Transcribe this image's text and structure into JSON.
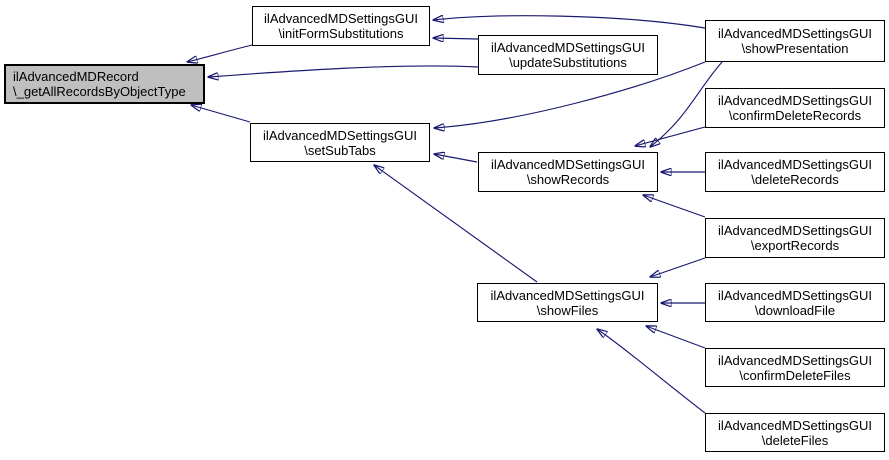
{
  "diagram": {
    "type": "doxygen-caller-graph",
    "colors": {
      "edge": "#191970",
      "node_fill": "#ffffff",
      "node_border": "#000000",
      "highlight_fill": "#bfbfbf",
      "text": "#000000",
      "background": "#ffffff"
    },
    "nodes": [
      {
        "id": "getAllRecordsByObjectType",
        "line1": "ilAdvancedMDRecord",
        "line2": "\\_getAllRecordsByObjectType",
        "highlighted": true
      },
      {
        "id": "initFormSubstitutions",
        "line1": "ilAdvancedMDSettingsGUI",
        "line2": "\\initFormSubstitutions",
        "highlighted": false
      },
      {
        "id": "updateSubstitutions",
        "line1": "ilAdvancedMDSettingsGUI",
        "line2": "\\updateSubstitutions",
        "highlighted": false
      },
      {
        "id": "showPresentation",
        "line1": "ilAdvancedMDSettingsGUI",
        "line2": "\\showPresentation",
        "highlighted": false
      },
      {
        "id": "confirmDeleteRecords",
        "line1": "ilAdvancedMDSettingsGUI",
        "line2": "\\confirmDeleteRecords",
        "highlighted": false
      },
      {
        "id": "setSubTabs",
        "line1": "ilAdvancedMDSettingsGUI",
        "line2": "\\setSubTabs",
        "highlighted": false
      },
      {
        "id": "showRecords",
        "line1": "ilAdvancedMDSettingsGUI",
        "line2": "\\showRecords",
        "highlighted": false
      },
      {
        "id": "deleteRecords",
        "line1": "ilAdvancedMDSettingsGUI",
        "line2": "\\deleteRecords",
        "highlighted": false
      },
      {
        "id": "exportRecords",
        "line1": "ilAdvancedMDSettingsGUI",
        "line2": "\\exportRecords",
        "highlighted": false
      },
      {
        "id": "showFiles",
        "line1": "ilAdvancedMDSettingsGUI",
        "line2": "\\showFiles",
        "highlighted": false
      },
      {
        "id": "downloadFile",
        "line1": "ilAdvancedMDSettingsGUI",
        "line2": "\\downloadFile",
        "highlighted": false
      },
      {
        "id": "confirmDeleteFiles",
        "line1": "ilAdvancedMDSettingsGUI",
        "line2": "\\confirmDeleteFiles",
        "highlighted": false
      },
      {
        "id": "deleteFiles",
        "line1": "ilAdvancedMDSettingsGUI",
        "line2": "\\deleteFiles",
        "highlighted": false
      }
    ],
    "edges": [
      {
        "from": "initFormSubstitutions",
        "to": "getAllRecordsByObjectType"
      },
      {
        "from": "updateSubstitutions",
        "to": "getAllRecordsByObjectType"
      },
      {
        "from": "setSubTabs",
        "to": "getAllRecordsByObjectType"
      },
      {
        "from": "updateSubstitutions",
        "to": "initFormSubstitutions"
      },
      {
        "from": "showPresentation",
        "to": "initFormSubstitutions"
      },
      {
        "from": "showPresentation",
        "to": "setSubTabs"
      },
      {
        "from": "showPresentation",
        "to": "showRecords"
      },
      {
        "from": "confirmDeleteRecords",
        "to": "showRecords"
      },
      {
        "from": "showRecords",
        "to": "setSubTabs"
      },
      {
        "from": "deleteRecords",
        "to": "showRecords"
      },
      {
        "from": "exportRecords",
        "to": "showRecords"
      },
      {
        "from": "exportRecords",
        "to": "showFiles"
      },
      {
        "from": "downloadFile",
        "to": "showFiles"
      },
      {
        "from": "confirmDeleteFiles",
        "to": "showFiles"
      },
      {
        "from": "deleteFiles",
        "to": "showFiles"
      },
      {
        "from": "showFiles",
        "to": "setSubTabs"
      }
    ]
  }
}
